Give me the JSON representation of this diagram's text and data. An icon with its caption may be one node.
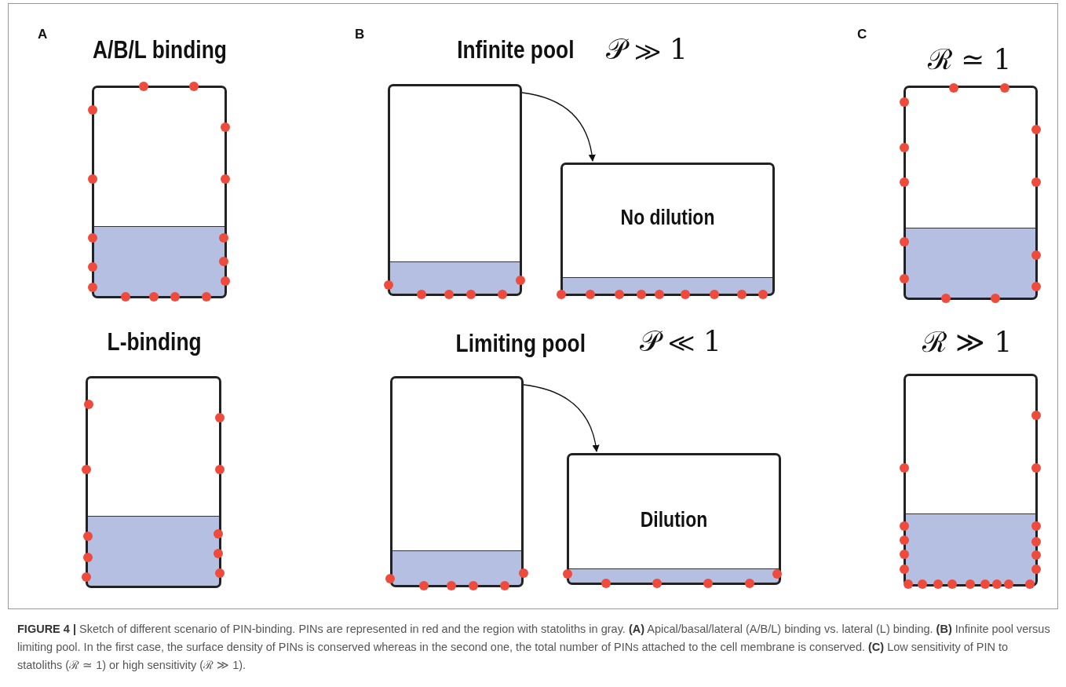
{
  "diagram": {
    "caption": "**FIGURE 4 |** Sketch of different scenario of PIN-binding. PINs are represented in red and the region with statoliths in gray. **(A)** Apical/basal/lateral (A/B/L) binding vs. lateral (L) binding. **(B)** Infinite pool versus limiting pool. In the first case, the surface density of PINs is conserved whereas in the second one, the total number of PINs attached to the cell membrane is conserved. **(C)** Low sensitivity of PIN to statoliths (ℛ ≃ 1) or high sensitivity (ℛ ≫ 1).",
    "nodes": [
      {
        "text": [],
        "shape": "box"
      },
      {
        "text": [],
        "shape": "box"
      },
      {
        "text": [],
        "shape": "box"
      },
      {
        "text": [
          "No dilution"
        ]
      },
      {
        "text": [],
        "shape": "box"
      },
      {
        "text": [
          "Dilution"
        ]
      },
      {
        "text": [],
        "shape": "box"
      },
      {
        "text": [],
        "shape": "box"
      }
    ],
    "edges": [
      {
        "from": 2,
        "to": 3,
        "arrow": "to"
      },
      {
        "from": 4,
        "to": 5,
        "arrow": "to"
      }
    ],
    "labels": [
      "A",
      "A/B/L binding",
      "B",
      "Infinite pool",
      "𝒫 ≫ 1",
      "C",
      "ℛ ≃ 1",
      "L-binding",
      "Limiting pool",
      "𝒫 ≪ 1",
      "ℛ ≫ 1"
    ]
  }
}
